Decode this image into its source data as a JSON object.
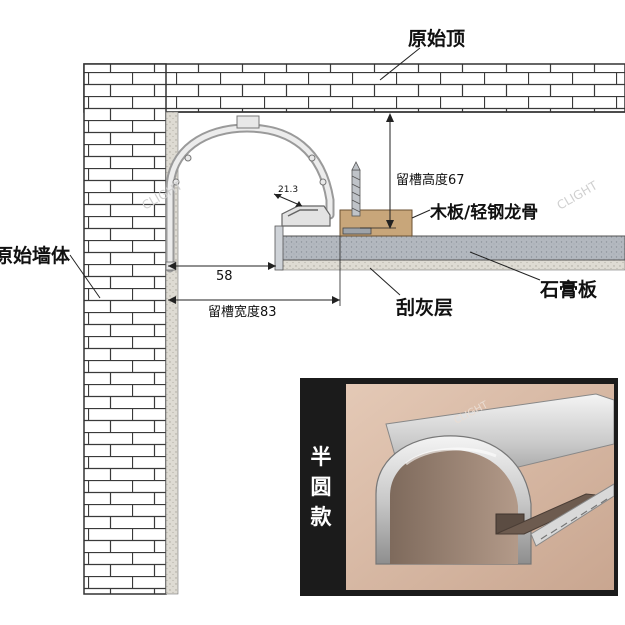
{
  "labels": {
    "original_ceiling": "原始顶",
    "original_wall": "原始墙体",
    "groove_height": "留槽高度67",
    "wood_board": "木板/轻钢龙骨",
    "gypsum_board": "石膏板",
    "putty_layer": "刮灰层",
    "groove_width": "留槽宽度83",
    "dim_58": "58",
    "dim_21_3": "21.3"
  },
  "photo": {
    "tag_chars": [
      "半",
      "圆",
      "款"
    ]
  },
  "colors": {
    "brick_line": "#3a3a3a",
    "putty": "#d9d6cf",
    "gypsum": "#b9bec5",
    "wood": "#c8a67a",
    "profile": "#e8e8e8",
    "photo_bg": "#d8b9a5"
  }
}
